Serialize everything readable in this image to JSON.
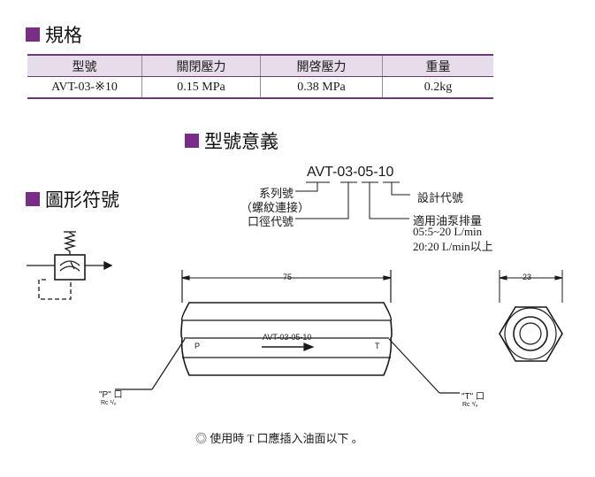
{
  "spec_section": {
    "title": "規格",
    "headers": [
      "型號",
      "關閉壓力",
      "開啓壓力",
      "重量"
    ],
    "row": [
      "AVT-03-※10",
      "0.15 MPa",
      "0.38 MPa",
      "0.2kg"
    ]
  },
  "model_section": {
    "title": "型號意義",
    "code": "AVT-03-05-10",
    "labels": {
      "series": "系列號",
      "series_note": "（螺紋連接）",
      "bore": "口徑代號",
      "design": "設計代號",
      "flow_title": "適用油泵排量",
      "flow_1": "05:5~20 L/min",
      "flow_2": "20:20 L/min以上"
    }
  },
  "symbol_section": {
    "title": "圖形符號"
  },
  "drawing": {
    "length_dim": "75",
    "hex_dim": "23",
    "body_label": "AVT-03-05-10",
    "port_p_inner": "P",
    "port_t_inner": "T",
    "port_p_label": "\"P\" 口",
    "port_p_thread": "Rc ¹/₈",
    "port_t_label": "\"T\" 口",
    "port_t_thread": "Rc ³/₈"
  },
  "footnote": "◎ 使用時 T 口應插入油面以下 。"
}
